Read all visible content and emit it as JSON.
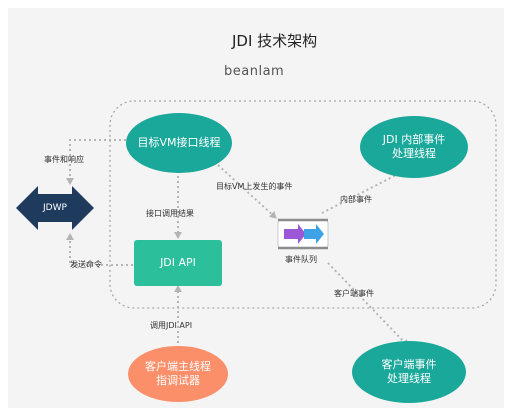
{
  "diagram": {
    "title": "JDI 技术架构",
    "subtitle": "beanlam",
    "nodes": {
      "vm_interface_thread": "目标VM接口线程",
      "jdi_internal_thread_l1": "JDI 内部事件",
      "jdi_internal_thread_l2": "处理线程",
      "jdwp": "JDWP",
      "jdi_api": "JDI API",
      "event_queue": "事件队列",
      "client_main_thread_l1": "客户端主线程",
      "client_main_thread_l2": "指调试器",
      "client_event_thread_l1": "客户端事件",
      "client_event_thread_l2": "处理线程"
    },
    "edge_labels": {
      "events_and_responses": "事件和响应",
      "send_command": "发送命令",
      "interface_call_result": "接口调用结果",
      "target_vm_events": "目标VM上发生的事件",
      "internal_events": "内部事件",
      "client_events": "客户端事件",
      "call_jdi_api": "调用JDI API"
    },
    "colors": {
      "teal": "#1aa89a",
      "teal_rect": "#2bbf9c",
      "orange": "#fb8f6a",
      "navy": "#1e3a5c",
      "arrow_grey": "#b4b4b4",
      "dashed_border": "#a8a8a8",
      "purple_arrow": "#9b57d6",
      "blue_arrow": "#3fa2e6"
    }
  }
}
